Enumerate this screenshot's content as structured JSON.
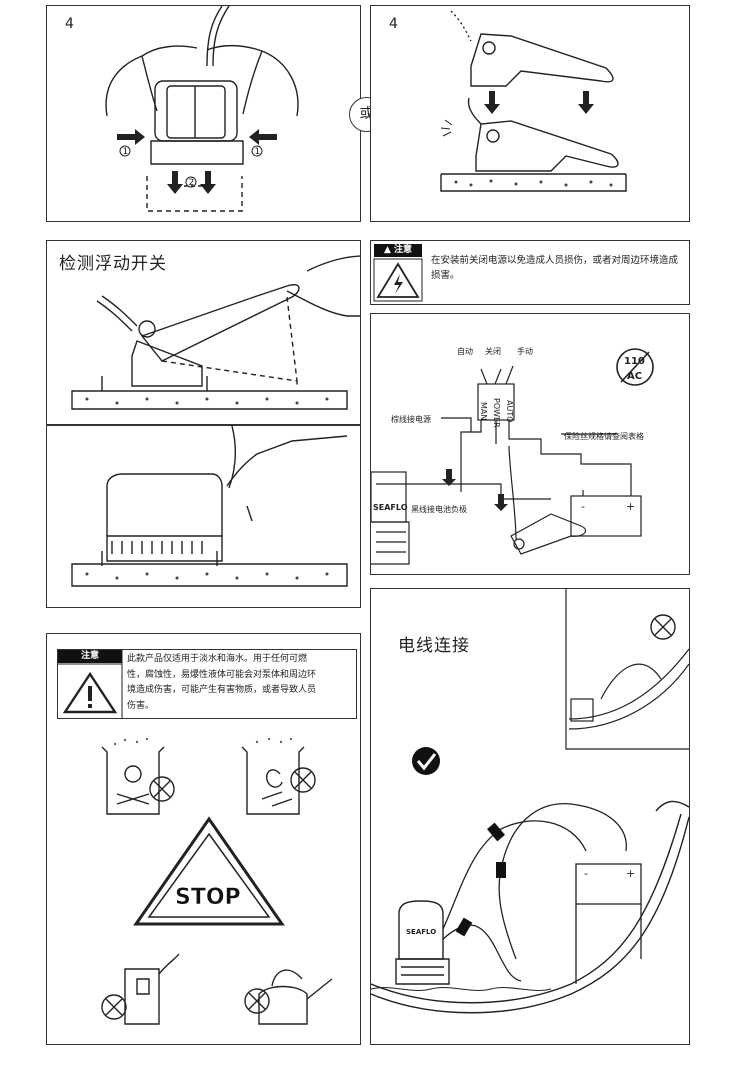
{
  "panels": {
    "step_a": {
      "number": "4"
    },
    "step_b": {
      "number": "4"
    },
    "or_label": "或",
    "float_test": {
      "title": "检测浮动开关"
    },
    "caution_top": {
      "heading": "注意",
      "text": "在安装前关闭电源以免造成人员损伤，或者对周边环境造成损害。"
    },
    "wiring_diagram": {
      "switch_labels": [
        "自动",
        "关闭",
        "手动"
      ],
      "switch_positions": [
        "MAN",
        "POWER",
        "AUTO"
      ],
      "brown_wire": "棕线接电源",
      "fuse_note": "保险丝规格请查阅表格",
      "black_wire": "黑线接电池负极",
      "voltage_top": "110",
      "voltage_bottom": "AC",
      "pump_brand": "SEAFLO",
      "battery_minus": "-",
      "battery_plus": "+"
    },
    "caution_bottom": {
      "heading": "注意",
      "lines": [
        "此款产品仅适用于淡水和海水。用于任何可燃",
        "性，腐蚀性，易爆性液体可能会对泵体和周边环",
        "境造成伤害，可能产生有害物质，或者导致人员",
        "伤害。"
      ],
      "stop_sign": "STOP"
    },
    "wire_connection": {
      "title": "电线连接",
      "pump_brand": "SEAFLO",
      "battery_minus": "-",
      "battery_plus": "+"
    }
  }
}
